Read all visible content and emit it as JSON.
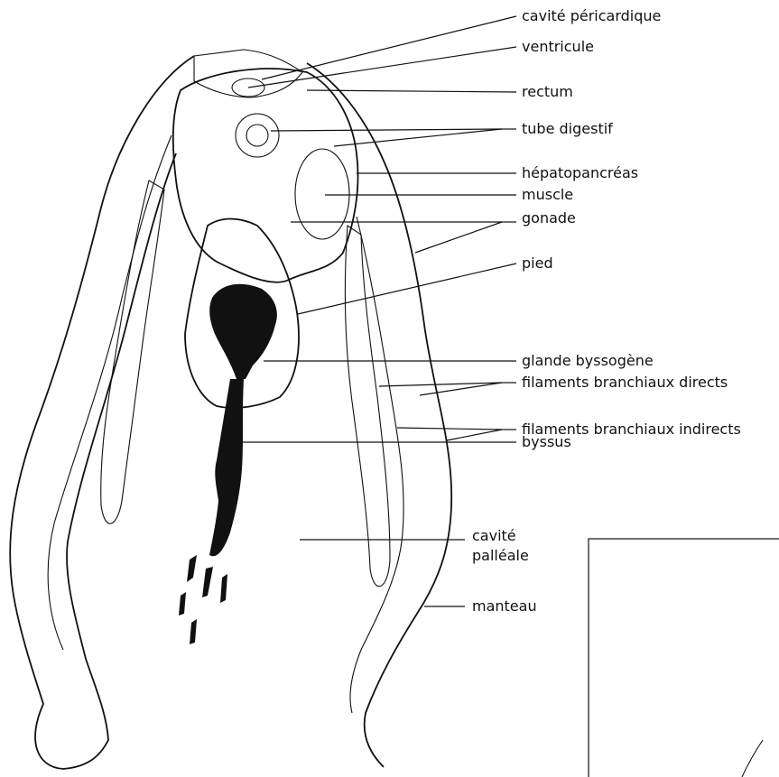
{
  "labels": {
    "cavite_pericardique": "cavité péricardique",
    "ventricule": "ventricule",
    "rectum": "rectum",
    "tube_digestif": "tube digestif",
    "hepatopancreas": "hépatopancréas",
    "muscle": "muscle",
    "gonade": "gonade",
    "pied": "pied",
    "glande_byssogene": "glande byssogène",
    "filaments_directs": "filaments branchiaux directs",
    "filaments_indirects": "filaments branchiaux indirects",
    "byssus": "byssus",
    "cavite_palleale_1": "cavité",
    "cavite_palleale_2": "palléale",
    "manteau": "manteau"
  },
  "colors": {
    "ink": "#111111",
    "background": "#ffffff"
  }
}
